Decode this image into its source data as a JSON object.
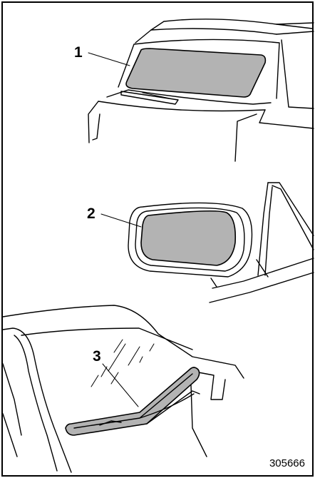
{
  "figure": {
    "callouts": [
      {
        "number": "1",
        "part": "rear-window"
      },
      {
        "number": "2",
        "part": "outside-mirror"
      },
      {
        "number": "3",
        "part": "windshield-wiper-blade"
      }
    ],
    "figure_id": "305666",
    "highlight_color": "#b3b3b3",
    "line_color": "#000000"
  }
}
